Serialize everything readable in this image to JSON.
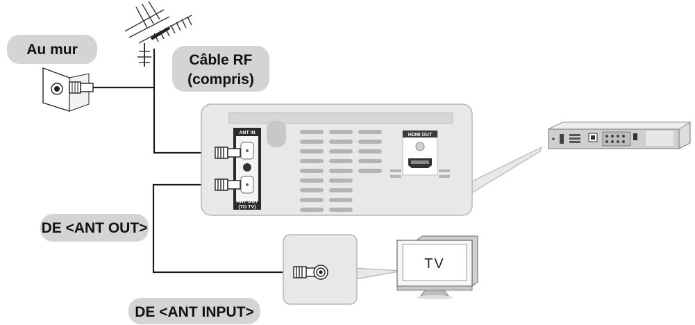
{
  "labels": {
    "wall": "Au mur",
    "rf_cable_line1": "Câble RF",
    "rf_cable_line2": "(compris)",
    "from_ant_out": "DE <ANT OUT>",
    "from_ant_input": "DE <ANT INPUT>"
  },
  "panel": {
    "ant_in": "ANT IN",
    "ant_out_line1": "ANT OUT",
    "ant_out_line2": "(TO TV)",
    "hdmi_out": "HDMI OUT"
  },
  "tv": {
    "label": "TV"
  },
  "colors": {
    "pill": "#d4d4d4",
    "panel": "#e8e8e8",
    "panel_border": "#b5b5b5",
    "vent": "#b4b4b4",
    "cable": "#1a1a1a"
  },
  "icons": [
    "antenna-icon",
    "wall-outlet-icon",
    "rf-connector-icon",
    "blu-ray-player-icon",
    "tv-icon"
  ]
}
